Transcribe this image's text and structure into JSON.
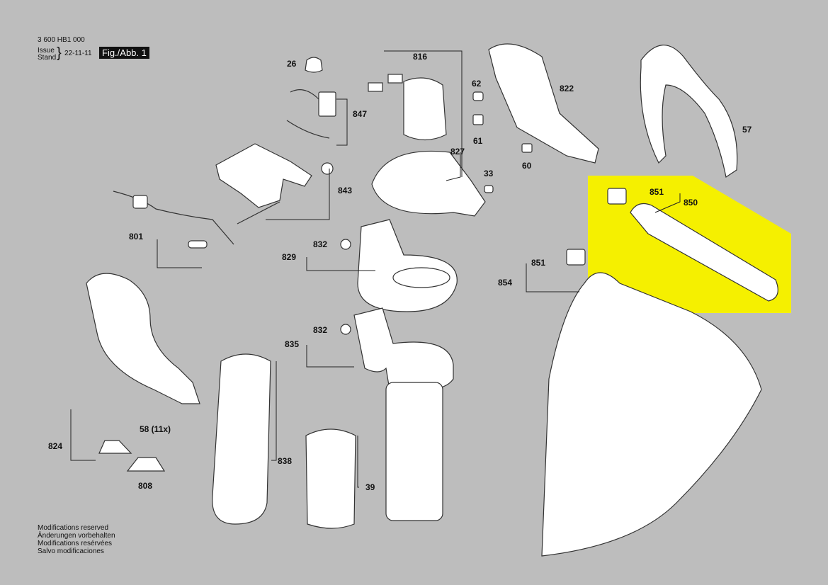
{
  "header": {
    "doc_number": "3 600 HB1 000",
    "issue_label": "Issue",
    "stand_label": "Stand",
    "date": "22-11-11",
    "figure": "Fig./Abb. 1"
  },
  "notes": [
    "Modifications reserved",
    "Änderungen vorbehalten",
    "Modifications resérvées",
    "Salvo modificaciones"
  ],
  "callouts": {
    "c26": "26",
    "c816": "816",
    "c847": "847",
    "c62": "62",
    "c61": "61",
    "c822": "822",
    "c57": "57",
    "c827": "827",
    "c33": "33",
    "c60": "60",
    "c843": "843",
    "c801": "801",
    "c832a": "832",
    "c829": "829",
    "c851a": "851",
    "c850": "850",
    "c851b": "851",
    "c854": "854",
    "c832b": "832",
    "c835": "835",
    "c58": "58 (11x)",
    "c824": "824",
    "c838": "838",
    "c39": "39",
    "c808": "808"
  },
  "highlight_color": "#f5f000",
  "part_color": "#ffffff"
}
